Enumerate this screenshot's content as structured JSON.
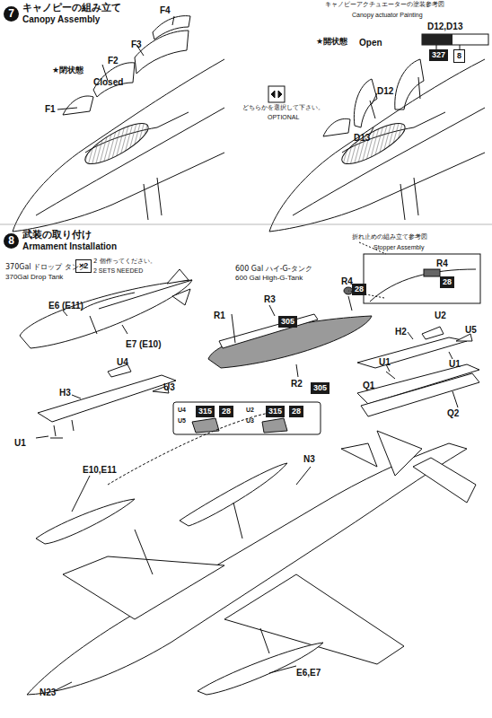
{
  "diagram": {
    "nodes": [
      {
        "text": [
          "7",
          "キャノピーの組み立て",
          "Canopy Assembly"
        ]
      },
      {
        "text": [
          "327"
        ]
      },
      {
        "text": [
          "8"
        ]
      },
      {
        "text": [
          "8",
          "武装の取り付け",
          "Armament Installation"
        ]
      },
      {
        "text": [
          "×2"
        ]
      },
      {
        "text": [
          "305"
        ]
      },
      {
        "text": [
          "28"
        ]
      },
      {
        "text": [
          "28"
        ]
      },
      {
        "text": [
          "315"
        ]
      },
      {
        "text": [
          "28"
        ]
      },
      {
        "text": [
          "315"
        ]
      },
      {
        "text": [
          "28"
        ]
      },
      {
        "text": [
          "305"
        ]
      }
    ],
    "labels": [
      "★閉状態",
      "Closed",
      "F1",
      "F2",
      "F3",
      "F4",
      "★開状態",
      "Open",
      "D12",
      "D13",
      "どちらかを選択して下さい。",
      "OPTIONAL",
      "キャノピーアクチュエーターの塗装参考図",
      "Canopy actuator Painting",
      "D12,D13",
      "370Gal ドロップ タンク",
      "370Gal Drop Tank",
      "2 個作ってください。",
      "2 SETS NEEDED",
      "E6 (E11)",
      "E7 (E10)",
      "600 Gal ハイ-G-タンク",
      "600 Gal High-G-Tank",
      "R3",
      "R1",
      "R2",
      "R4",
      "折れ止めの組み立て参考図",
      "Stopper Assembly",
      "R4",
      "U2",
      "U5",
      "H2",
      "U1",
      "U1",
      "Q1",
      "Q2",
      "U4",
      "H3",
      "U3",
      "U1",
      "U4",
      "U5",
      "U2",
      "U3",
      "N3",
      "E10,E11",
      "E6,E7",
      "N23"
    ]
  }
}
